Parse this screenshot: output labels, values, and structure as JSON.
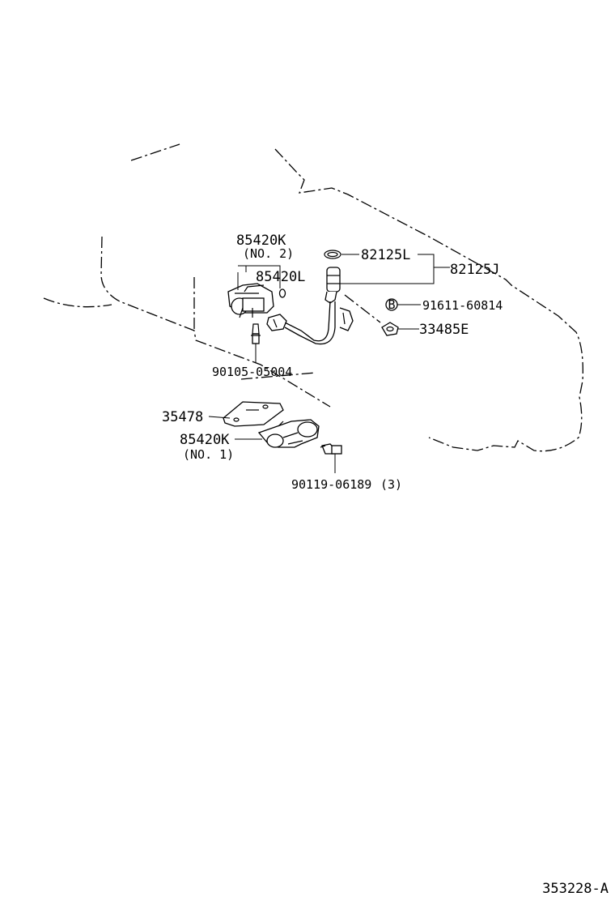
{
  "diagram": {
    "drawing_number": "353228-A",
    "parts": [
      {
        "id": "sensor_no2",
        "number": "85420K",
        "note": "(NO. 2)"
      },
      {
        "id": "sensor_plug",
        "number": "85420L"
      },
      {
        "id": "o_ring",
        "number": "82125L"
      },
      {
        "id": "wire_assy",
        "number": "82125J"
      },
      {
        "id": "clip_b",
        "number": "91611-60814",
        "symbol": "B"
      },
      {
        "id": "clamp",
        "number": "33485E"
      },
      {
        "id": "bolt_upper",
        "number": "90105-05004"
      },
      {
        "id": "bracket",
        "number": "35478"
      },
      {
        "id": "sensor_no1",
        "number": "85420K",
        "note": "(NO. 1)"
      },
      {
        "id": "bolt_lower",
        "number": "90119-06189",
        "qty": "(3)"
      }
    ]
  }
}
